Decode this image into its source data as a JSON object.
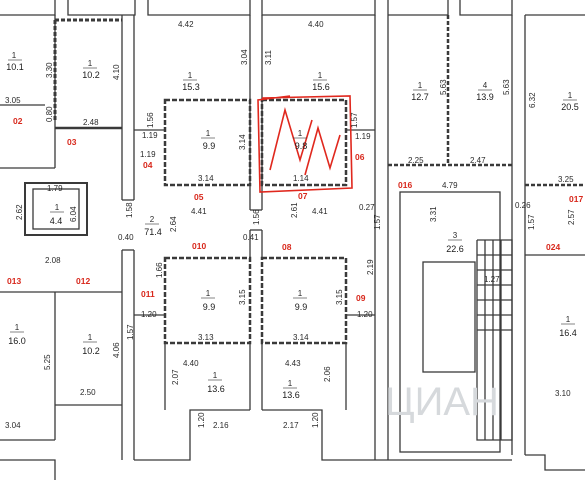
{
  "colors": {
    "wall": "#3a3a3a",
    "marker": "#d8281c",
    "scribble": "#e0281e",
    "watermark": "#d6d9dc"
  },
  "rooms": [
    {
      "id": "r1",
      "num": "1",
      "area": "10.1"
    },
    {
      "id": "r2",
      "num": "1",
      "area": "10.2"
    },
    {
      "id": "r3",
      "num": "1",
      "area": "15.3"
    },
    {
      "id": "r4",
      "num": "1",
      "area": "15.6"
    },
    {
      "id": "r5",
      "num": "1",
      "area": "12.7"
    },
    {
      "id": "r6",
      "num": "4",
      "area": "13.9"
    },
    {
      "id": "r7",
      "num": "1",
      "area": "20.5"
    },
    {
      "id": "r8",
      "num": "1",
      "area": "9.9"
    },
    {
      "id": "r9",
      "num": "1",
      "area": "9.8"
    },
    {
      "id": "r10",
      "num": "1",
      "area": "4.4"
    },
    {
      "id": "r11",
      "num": "2",
      "area": "71.4"
    },
    {
      "id": "r12",
      "num": "3",
      "area": "22.6"
    },
    {
      "id": "r13",
      "num": "1",
      "area": "9.9"
    },
    {
      "id": "r14",
      "num": "1",
      "area": "9.9"
    },
    {
      "id": "r15",
      "num": "1",
      "area": "16.0"
    },
    {
      "id": "r16",
      "num": "1",
      "area": "10.2"
    },
    {
      "id": "r17",
      "num": "1",
      "area": "13.6"
    },
    {
      "id": "r18",
      "num": "1",
      "area": "13.6"
    },
    {
      "id": "r19",
      "num": "1",
      "area": "16.4"
    }
  ],
  "dimensions": [
    "3.30",
    "4.10",
    "3.05",
    "0.80",
    "2.48",
    "4.42",
    "3.04",
    "4.40",
    "3.11",
    "5.63",
    "5.63",
    "6.32",
    "1.56",
    "1.19",
    "1.19",
    "3.14",
    "1.57",
    "1.19",
    "2.25",
    "2.47",
    "3.14",
    "1.14",
    "4.41",
    "4.41",
    "1.79",
    "2.62",
    "6.04",
    "1.58",
    "2.64",
    "1.56",
    "2.61",
    "0.27",
    "4.79",
    "3.31",
    "3.25",
    "0.26",
    "2.57",
    "0.40",
    "0.41",
    "2.08",
    "1.57",
    "1.66",
    "2.19",
    "1.27",
    "1.20",
    "1.57",
    "3.15",
    "3.15",
    "1.20",
    "5.25",
    "4.06",
    "3.13",
    "3.14",
    "4.40",
    "4.43",
    "2.07",
    "2.06",
    "2.50",
    "1.20",
    "2.16",
    "2.17",
    "1.20",
    "3.10",
    "3.04",
    "1.57"
  ],
  "markers": [
    "02",
    "03",
    "04",
    "05",
    "06",
    "07",
    "08",
    "09",
    "010",
    "011",
    "012",
    "013",
    "016",
    "017",
    "024"
  ],
  "watermark": "ЦИАН"
}
